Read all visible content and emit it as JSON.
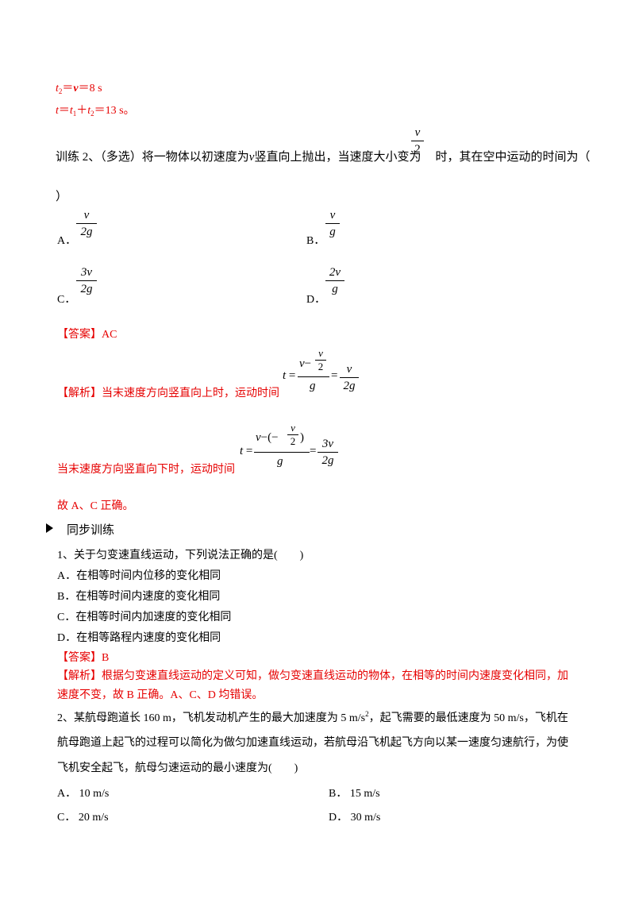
{
  "top": {
    "line1": {
      "t2": "t",
      "t2_sub": "2",
      "eq": "＝",
      "v": "v",
      "rest": "＝8 s"
    },
    "line2": {
      "t": "t",
      "eq": "＝",
      "t1": "t",
      "t1_sub": "1",
      "plus": "＋",
      "t2": "t",
      "t2_sub": "2",
      "rest": "＝13 s。"
    }
  },
  "q_training2": {
    "prefix": "训练 2、（多选）将一物体以初速度为",
    "v": "v",
    "mid": "竖直向上抛出，当速度大小变为",
    "frac_num": "v",
    "frac_den": "2",
    "suffix": "时，其在空中运动的时间为（",
    "close": "）",
    "options": {
      "A": {
        "label": "A．",
        "num": "v",
        "den": "2g"
      },
      "B": {
        "label": "B．",
        "num": "v",
        "den": "g"
      },
      "C": {
        "label": "C．",
        "num": "3v",
        "den": "2g"
      },
      "D": {
        "label": "D．",
        "num": "2v",
        "den": "g"
      }
    },
    "answer": "【答案】AC",
    "analysis1": "【解析】当末速度方向竖直向上时，运动时间",
    "analysis2": "当末速度方向竖直向下时，运动时间",
    "conclusion": "故 A、C 正确。",
    "eq1": {
      "t": "t",
      "eq": "=",
      "num_v": "v",
      "minus": "−",
      "inner_num": "v",
      "inner_den": "2",
      "den": "g",
      "eq2": "=",
      "r_num": "v",
      "r_den": "2g"
    },
    "eq2": {
      "t": "t",
      "eq": "=",
      "num_v": "v",
      "minus": "−(−",
      "inner_num": "v",
      "inner_den": "2",
      "close": ")",
      "den": "g",
      "eq2": "=",
      "r_num": "3v",
      "r_den": "2g"
    }
  },
  "section": {
    "title": "同步训练"
  },
  "q1": {
    "stem": "1、关于匀变速直线运动，下列说法正确的是(　　)",
    "options": [
      "A．在相等时间内位移的变化相同",
      "B．在相等时间内速度的变化相同",
      "C．在相等时间内加速度的变化相同",
      "D．在相等路程内速度的变化相同"
    ],
    "answer": "【答案】B",
    "analysis_line1": "【解析】根据匀变速直线运动的定义可知，做匀变速直线运动的物体，在相等的时间内速度变化相同，加",
    "analysis_line2": "速度不变，故 B 正确。A、C、D 均错误。"
  },
  "q2": {
    "line1a": "2、某航母跑道长 160 m，飞机发动机产生的最大加速度为 5 m/s",
    "line1_sup": "2",
    "line1b": "，起飞需要的最低速度为 50 m/s，飞机在",
    "line2": "航母跑道上起飞的过程可以简化为做匀加速直线运动，若航母沿飞机起飞方向以某一速度匀速航行，为使",
    "line3": "飞机安全起飞，航母匀速运动的最小速度为(　　)",
    "options": {
      "A": "A．  10 m/s",
      "B": "B．  15 m/s",
      "C": "C．  20 m/s",
      "D": "D．  30 m/s"
    }
  }
}
